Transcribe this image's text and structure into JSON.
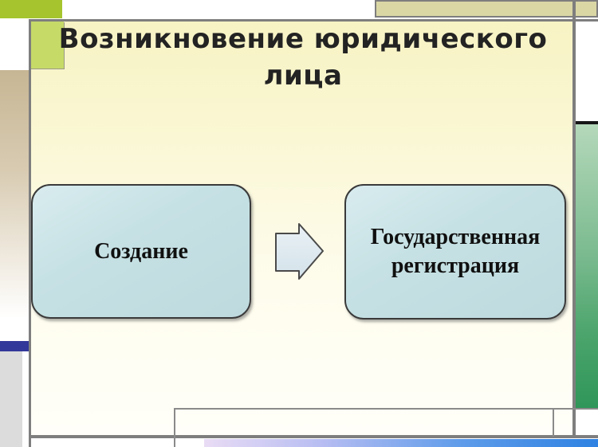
{
  "slide": {
    "title": "Возникновение юридического лица",
    "process": {
      "step1_label": "Создание",
      "connector": "right-block-arrow",
      "step2_label": "Государственная регистрация"
    }
  },
  "colors": {
    "slide_bg_top": "#f7f3c4",
    "slide_bg_bottom": "#fffef8",
    "box_fill": "#c2dee2",
    "box_border": "#3a3a3a",
    "title_text": "#232323",
    "accent_green_dark": "#a5c42d",
    "accent_green_light": "#c6da68",
    "right_bar_green_top": "#b4d8ba",
    "right_bar_green_bottom": "#2f9659",
    "left_bar_tan": "#c7b694",
    "left_bar_blue": "#32379a",
    "left_bar_gray": "#dcdcdc",
    "bottom_bar_purple": "#e9dcf5",
    "bottom_bar_blue": "#2e82e2",
    "top_right_beige": "#dbd7a5",
    "frame_gray": "#7e7e7e"
  }
}
